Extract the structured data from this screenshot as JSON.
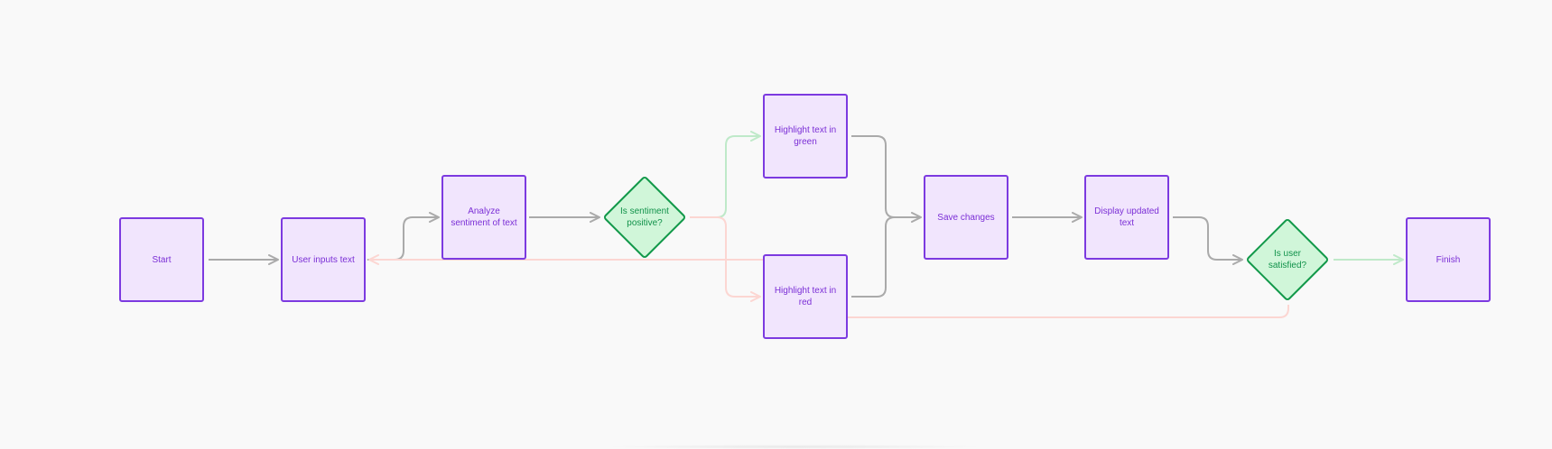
{
  "diagram": {
    "nodes": {
      "start": {
        "label": "Start"
      },
      "user_inputs": {
        "label": "User inputs text"
      },
      "analyze": {
        "label": "Analyze sentiment of text"
      },
      "is_positive": {
        "label": "Is sentiment positive?"
      },
      "highlight_green": {
        "label": "Highlight text in green"
      },
      "highlight_red": {
        "label": "Highlight text in red"
      },
      "save": {
        "label": "Save changes"
      },
      "display": {
        "label": "Display updated text"
      },
      "is_satisfied": {
        "label": "Is user satisfied?"
      },
      "finish": {
        "label": "Finish"
      }
    },
    "edges": [
      {
        "from": "start",
        "to": "user_inputs",
        "kind": "default"
      },
      {
        "from": "user_inputs",
        "to": "analyze",
        "kind": "default"
      },
      {
        "from": "analyze",
        "to": "is_positive",
        "kind": "default"
      },
      {
        "from": "is_positive",
        "to": "highlight_green",
        "kind": "yes"
      },
      {
        "from": "is_positive",
        "to": "highlight_red",
        "kind": "no"
      },
      {
        "from": "highlight_green",
        "to": "save",
        "kind": "default"
      },
      {
        "from": "highlight_red",
        "to": "save",
        "kind": "default"
      },
      {
        "from": "save",
        "to": "display",
        "kind": "default"
      },
      {
        "from": "display",
        "to": "is_satisfied",
        "kind": "default"
      },
      {
        "from": "is_satisfied",
        "to": "finish",
        "kind": "yes"
      },
      {
        "from": "is_satisfied",
        "to": "user_inputs",
        "kind": "no"
      }
    ],
    "colors": {
      "process_fill": "#f1e5fd",
      "process_border": "#7c3ae0",
      "process_text": "#7b2fd6",
      "decision_fill": "#d0f6d9",
      "decision_border": "#12994a",
      "decision_text": "#11924a",
      "edge_default": "#aaaaaa",
      "edge_yes": "#bfe9c9",
      "edge_no": "#fcd6d2",
      "background": "#f9f9f9"
    }
  }
}
